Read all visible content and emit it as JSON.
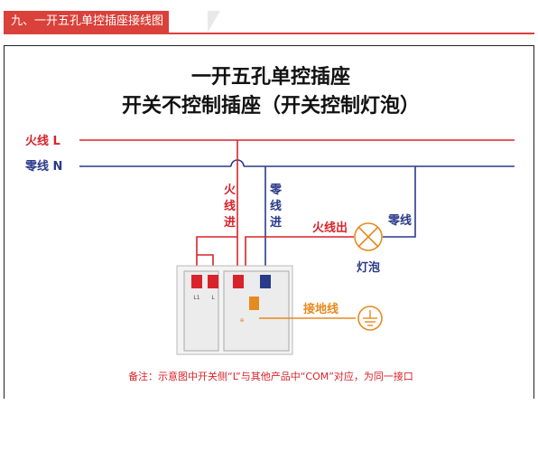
{
  "header": {
    "title": "九、一开五孔单控插座接线图"
  },
  "diagram": {
    "title_line1": "一开五孔单控插座",
    "title_line2": "开关不控制插座（开关控制灯泡）",
    "live_label": "火线 L",
    "neutral_label": "零线 N",
    "live_in": [
      "火",
      "线",
      "进"
    ],
    "neutral_in": [
      "零",
      "线",
      "进"
    ],
    "live_out": "火线出",
    "lamp_neutral": "零线",
    "lamp_label": "灯泡",
    "ground_label": "接地线",
    "terminal_l1": "L1",
    "terminal_l": "L",
    "terminal_ground": "⊕",
    "note": "备注：示意图中开关侧“L”与其他产品中“COM”对应，为同一接口",
    "colors": {
      "live": "#d8232a",
      "neutral": "#2a3a8a",
      "ground": "#e58a1f",
      "header": "#d9413a"
    }
  }
}
